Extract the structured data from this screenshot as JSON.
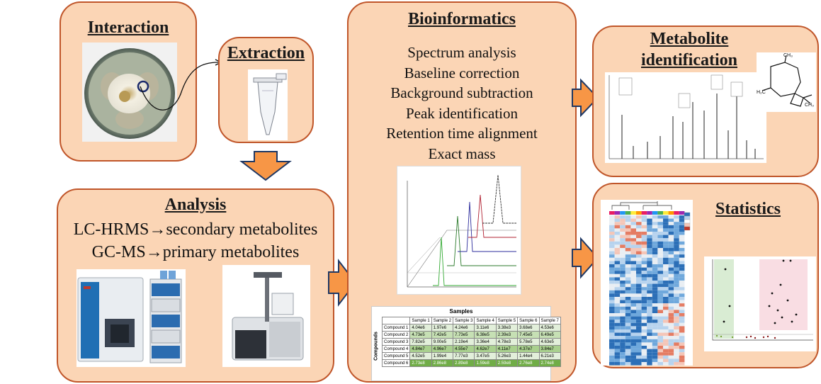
{
  "interaction": {
    "title": "Interaction"
  },
  "extraction": {
    "title": "Extraction"
  },
  "analysis": {
    "title": "Analysis",
    "lines": [
      "LC-HRMS→secondary metabolites",
      "GC-MS→primary metabolites"
    ]
  },
  "bioinformatics": {
    "title": "Bioinformatics",
    "steps": [
      "Spectrum analysis",
      "Baseline correction",
      "Background subtraction",
      "Peak identification",
      "Retention time alignment",
      "Exact mass"
    ]
  },
  "metabolite": {
    "title_line1": "Metabolite",
    "title_line2": "identification"
  },
  "statistics": {
    "title": "Statistics"
  },
  "samples_table": {
    "title": "Samples",
    "row_header": "Compounds",
    "columns": [
      "Sample 1",
      "Sample 2",
      "Sample 3",
      "Sample 4",
      "Sample 5",
      "Sample 6",
      "Sample 7"
    ],
    "rows": [
      {
        "name": "Compound 1",
        "values": [
          "4.04e6",
          "1.97e6",
          "4.24e6",
          "3.11e6",
          "3.38e3",
          "3.68e6",
          "4.53e6"
        ]
      },
      {
        "name": "Compound 2",
        "values": [
          "4.73e5",
          "7.42e5",
          "7.73e5",
          "6.38e5",
          "2.39e3",
          "7.45e5",
          "6.49e5"
        ]
      },
      {
        "name": "Compound 3",
        "values": [
          "7.82e5",
          "9.00e5",
          "2.19e4",
          "3.36e4",
          "4.78e3",
          "5.78e5",
          "4.63e5"
        ]
      },
      {
        "name": "Compound 4",
        "values": [
          "4.84e7",
          "4.96e7",
          "4.55e7",
          "4.62e7",
          "4.11e7",
          "4.37e7",
          "3.84e7"
        ]
      },
      {
        "name": "Compound 5",
        "values": [
          "4.52e5",
          "1.99e4",
          "7.77e3",
          "3.47e5",
          "5.26e3",
          "1.44e4",
          "6.21e3"
        ]
      },
      {
        "name": "Compound 6",
        "values": [
          "2.73e8",
          "2.86e8",
          "2.89e8",
          "1.59e8",
          "2.59e8",
          "2.76e8",
          "2.74e8"
        ]
      }
    ]
  },
  "colors": {
    "box_fill": "#fbd5b5",
    "box_border": "#c0562a",
    "arrow_fill": "#f79646",
    "arrow_border": "#1f3864"
  }
}
